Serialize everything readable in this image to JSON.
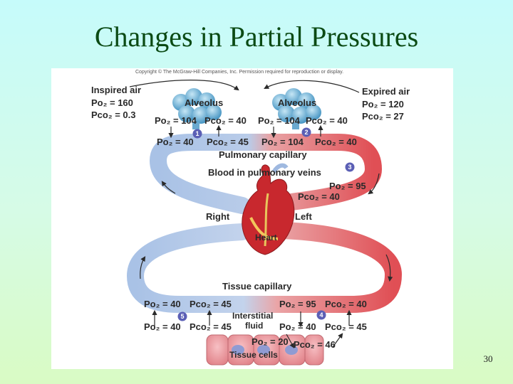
{
  "slide": {
    "title": "Changes in Partial Pressures",
    "page_number": "30"
  },
  "figure": {
    "copyright": "Copyright © The McGraw-Hill Companies, Inc. Permission required for reproduction or display.",
    "inspired": {
      "label": "Inspired air",
      "po2": "Po₂ = 160",
      "pco2": "Pco₂ = 0.3"
    },
    "expired": {
      "label": "Expired air",
      "po2": "Po₂ = 120",
      "pco2": "Pco₂ = 27"
    },
    "alveolus_left": {
      "label": "Alveolus",
      "po2": "Po₂ = 104",
      "pco2": "Pco₂ = 40"
    },
    "alveolus_right": {
      "label": "Alveolus",
      "po2": "Po₂ = 104",
      "pco2": "Pco₂ = 40"
    },
    "pulmonary": {
      "label": "Pulmonary capillary",
      "left_po2": "Po₂ = 40",
      "left_pco2": "Pco₂ = 45",
      "right_po2": "Po₂ = 104",
      "right_pco2": "Pco₂ = 40"
    },
    "pulmonary_veins": {
      "label": "Blood in pulmonary veins",
      "po2": "Po₂ = 95",
      "pco2": "Pco₂ = 40"
    },
    "heart": {
      "label": "Heart",
      "right": "Right",
      "left": "Left"
    },
    "tissue_capillary": {
      "label": "Tissue capillary",
      "left_po2": "Po₂ = 40",
      "left_pco2": "Pco₂ = 45",
      "right_po2": "Po₂ = 95",
      "right_pco2": "Pco₂ = 40"
    },
    "interstitial": {
      "label1": "Interstitial",
      "label2": "fluid",
      "left_po2": "Po₂ = 40",
      "left_pco2": "Pco₂ = 45",
      "right_po2": "Po₂ = 40",
      "right_pco2": "Pco₂ = 45"
    },
    "tissue_cells": {
      "label": "Tissue cells",
      "po2": "Po₂ = 20",
      "pco2": "Pco₂ = 46"
    },
    "steps": [
      "1",
      "2",
      "3",
      "4",
      "5"
    ],
    "colors": {
      "deoxygenated": "#9bb7de",
      "oxygenated": "#e0525a",
      "badge": "#5b5fb5",
      "heart": "#c8282e"
    }
  }
}
